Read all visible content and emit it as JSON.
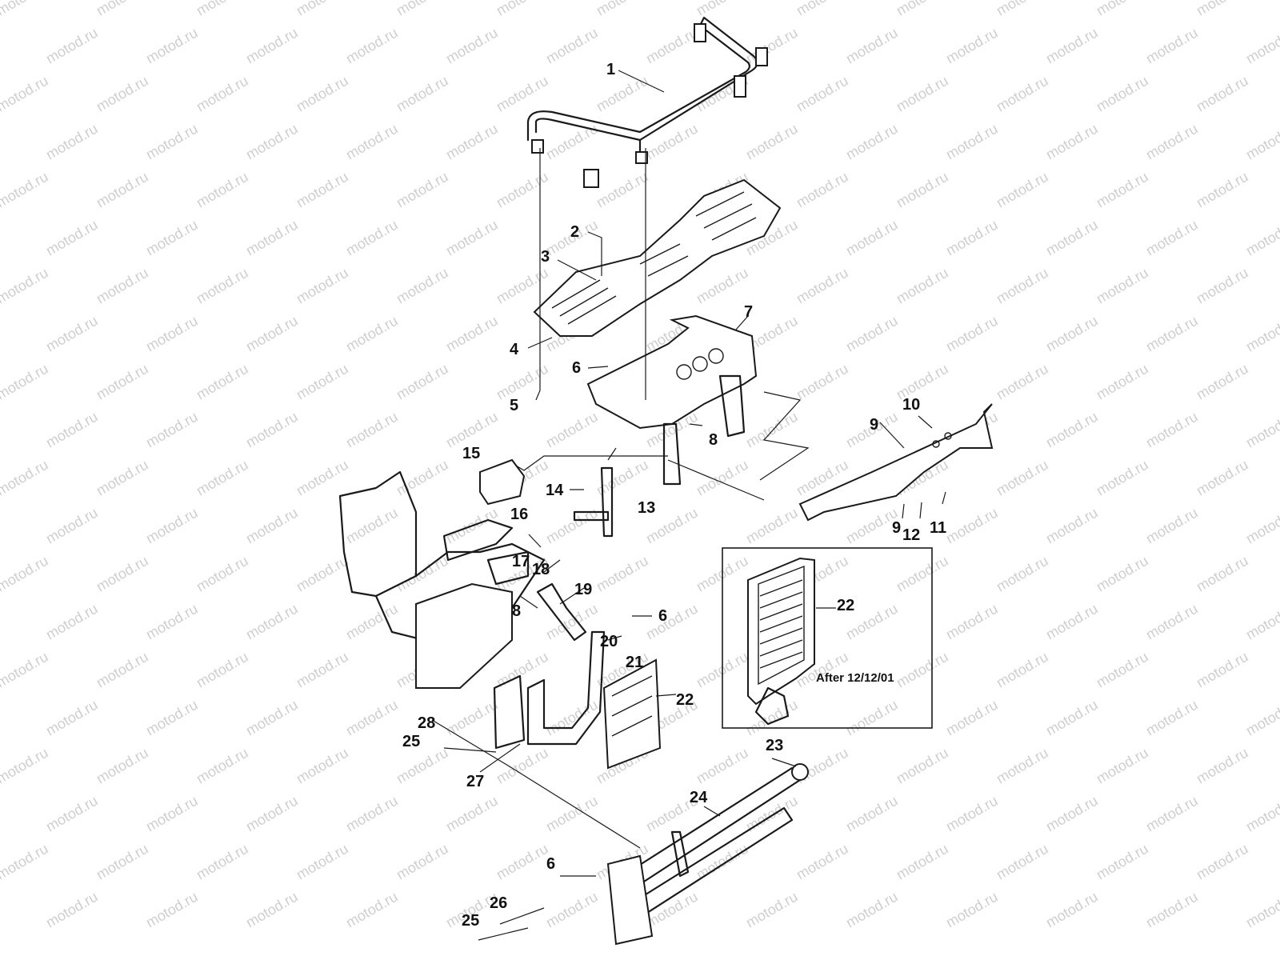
{
  "watermark": "motod.ru",
  "inset_note": "After 12/12/01",
  "callouts": [
    {
      "label": "1"
    },
    {
      "label": "2"
    },
    {
      "label": "3"
    },
    {
      "label": "4"
    },
    {
      "label": "5"
    },
    {
      "label": "6"
    },
    {
      "label": "6"
    },
    {
      "label": "6"
    },
    {
      "label": "7"
    },
    {
      "label": "8"
    },
    {
      "label": "8"
    },
    {
      "label": "9"
    },
    {
      "label": "9"
    },
    {
      "label": "10"
    },
    {
      "label": "11"
    },
    {
      "label": "12"
    },
    {
      "label": "13"
    },
    {
      "label": "14"
    },
    {
      "label": "15"
    },
    {
      "label": "16"
    },
    {
      "label": "17"
    },
    {
      "label": "18"
    },
    {
      "label": "19"
    },
    {
      "label": "20"
    },
    {
      "label": "21"
    },
    {
      "label": "22"
    },
    {
      "label": "22"
    },
    {
      "label": "23"
    },
    {
      "label": "24"
    },
    {
      "label": "25"
    },
    {
      "label": "25"
    },
    {
      "label": "26"
    },
    {
      "label": "27"
    },
    {
      "label": "28"
    }
  ],
  "colors": {
    "line": "#1a1a1a",
    "watermark": "#cfcfcf",
    "background": "#ffffff"
  }
}
